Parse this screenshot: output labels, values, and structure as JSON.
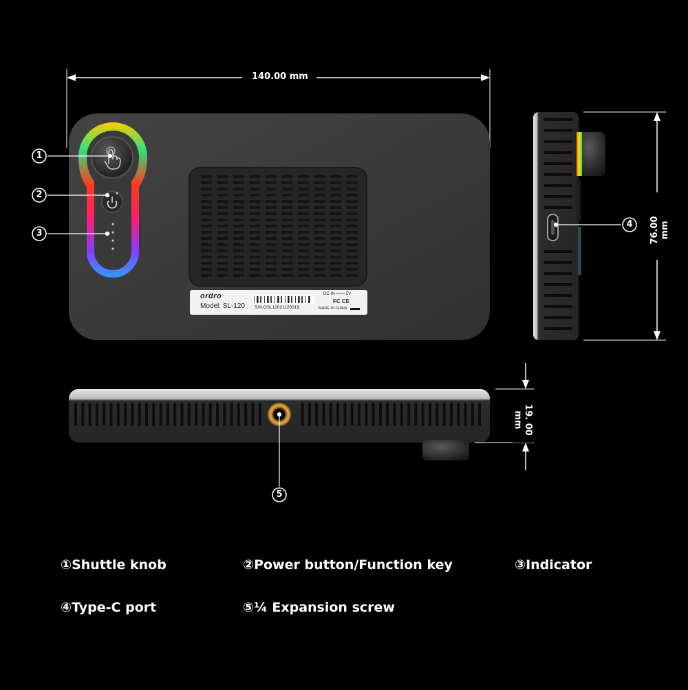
{
  "dimensions": {
    "width": "140.00 mm",
    "height": "76.00 mm",
    "depth": "19. 00 mm"
  },
  "callouts": {
    "c1": "①",
    "c2": "②",
    "c3": "③",
    "c4": "④",
    "c5": "⑤"
  },
  "device_label": {
    "brand": "ordro",
    "model": "Model:  SL-120",
    "serial": "S/N:OSL12021120019",
    "input": "DC-IN ═══ 5V",
    "cert": "FC CE",
    "origin": "MADE IN CHINA"
  },
  "legend": [
    {
      "text": "①Shuttle knob"
    },
    {
      "text": "②Power button/Function key"
    },
    {
      "text": "③Indicator"
    },
    {
      "text": "④Type-C port"
    },
    {
      "text": "⑤¼ Expansion screw"
    }
  ],
  "colors": {
    "background": "#000000",
    "body": "#3b3b3b",
    "vent": "#1e1e1e",
    "ring_gold": "#d9a53a"
  }
}
